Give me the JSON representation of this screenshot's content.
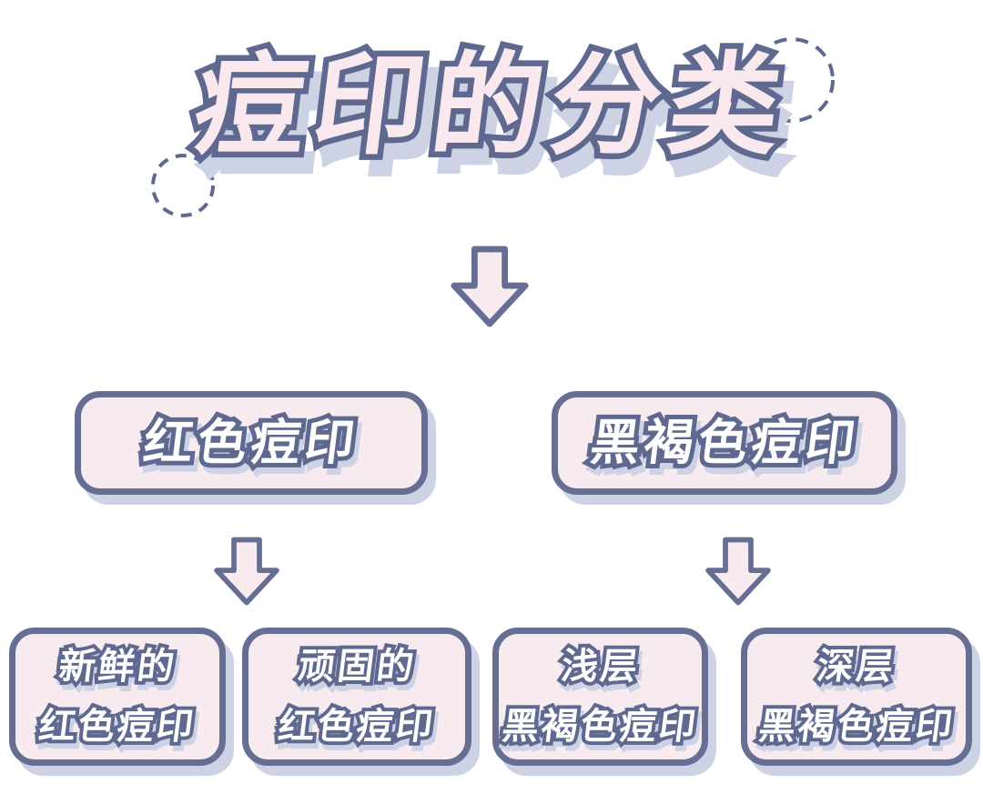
{
  "meta": {
    "page_title": "痘印的分类"
  },
  "colors": {
    "background": "#ffffff",
    "pink_fill": "#f8ebf0",
    "title_fill": "#f9e8ee",
    "outline": "#5f6990",
    "border": "#666e94",
    "drop_shadow": "#cdd2e4",
    "text_fill": "#ffffff"
  },
  "icons": {
    "connector": "down-block-arrow",
    "decoration": "dashed-circle"
  },
  "title": {
    "text": "痘印的分类"
  },
  "flow": {
    "level1": [
      {
        "label": "红色痘印"
      },
      {
        "label": "黑褐色痘印"
      }
    ],
    "level2": [
      {
        "line1": "新鲜的",
        "line2": "红色痘印"
      },
      {
        "line1": "顽固的",
        "line2": "红色痘印"
      },
      {
        "line1": "浅层",
        "line2": "黑褐色痘印"
      },
      {
        "line1": "深层",
        "line2": "黑褐色痘印"
      }
    ]
  }
}
